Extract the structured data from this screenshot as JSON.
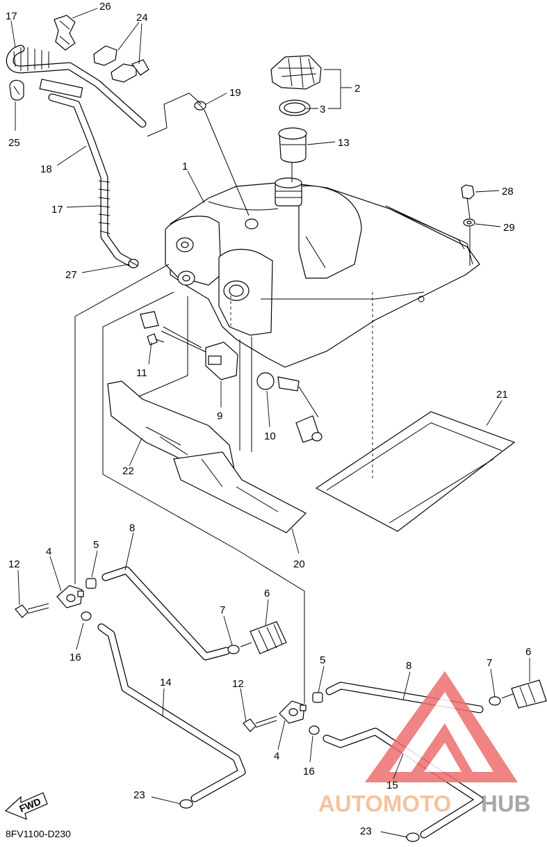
{
  "diagram_code": "8FV1100-D230",
  "direction_label": "FWD",
  "watermark": {
    "left_text": "AUTOMOTO",
    "right_text": "HUB",
    "left_color": "#f2b98f",
    "right_color": "#9a9a9a",
    "triangle_color": "#ee6f6f"
  },
  "callouts": {
    "c1": "1",
    "c2": "2",
    "c3": "3",
    "c4a": "4",
    "c4b": "4",
    "c5a": "5",
    "c5b": "5",
    "c6a": "6",
    "c6b": "6",
    "c7a": "7",
    "c7b": "7",
    "c8a": "8",
    "c8b": "8",
    "c9": "9",
    "c10": "10",
    "c11": "11",
    "c12a": "12",
    "c12b": "12",
    "c13": "13",
    "c14": "14",
    "c15": "15",
    "c16a": "16",
    "c16b": "16",
    "c17a": "17",
    "c17b": "17",
    "c18": "18",
    "c19": "19",
    "c20": "20",
    "c21": "21",
    "c22": "22",
    "c23a": "23",
    "c23b": "23",
    "c24": "24",
    "c25": "25",
    "c26": "26",
    "c27": "27",
    "c28": "28",
    "c29": "29"
  }
}
